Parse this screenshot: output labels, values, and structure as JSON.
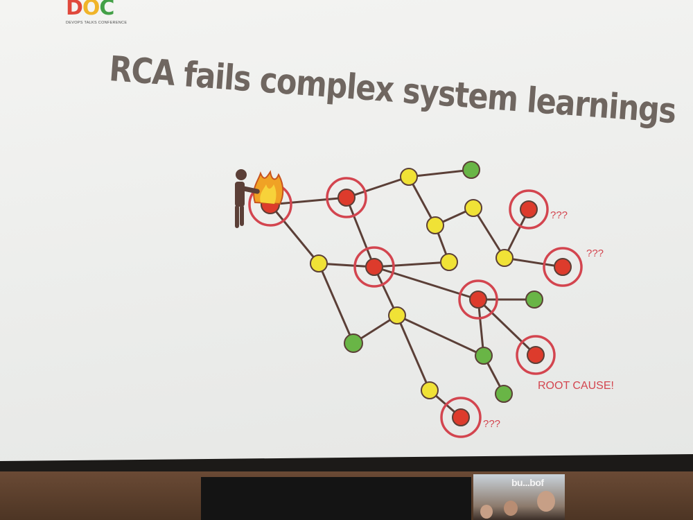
{
  "logo": {
    "letters": [
      "D",
      "O",
      "C"
    ],
    "subtitle": "DEVOPS TALKS CONFERENCE"
  },
  "slide": {
    "title": "RCA fails complex system learnings",
    "unknown_label": "???",
    "root_cause_label": "ROOT CAUSE!"
  },
  "colors": {
    "red_node": "#dd3b2c",
    "yellow_node": "#f0e236",
    "green_node": "#69b546",
    "ring": "#d3454f",
    "edge": "#5b3f37",
    "title": "#6f6660",
    "label": "#d3454f"
  },
  "audience": {
    "sign_text": "bu...bof"
  }
}
